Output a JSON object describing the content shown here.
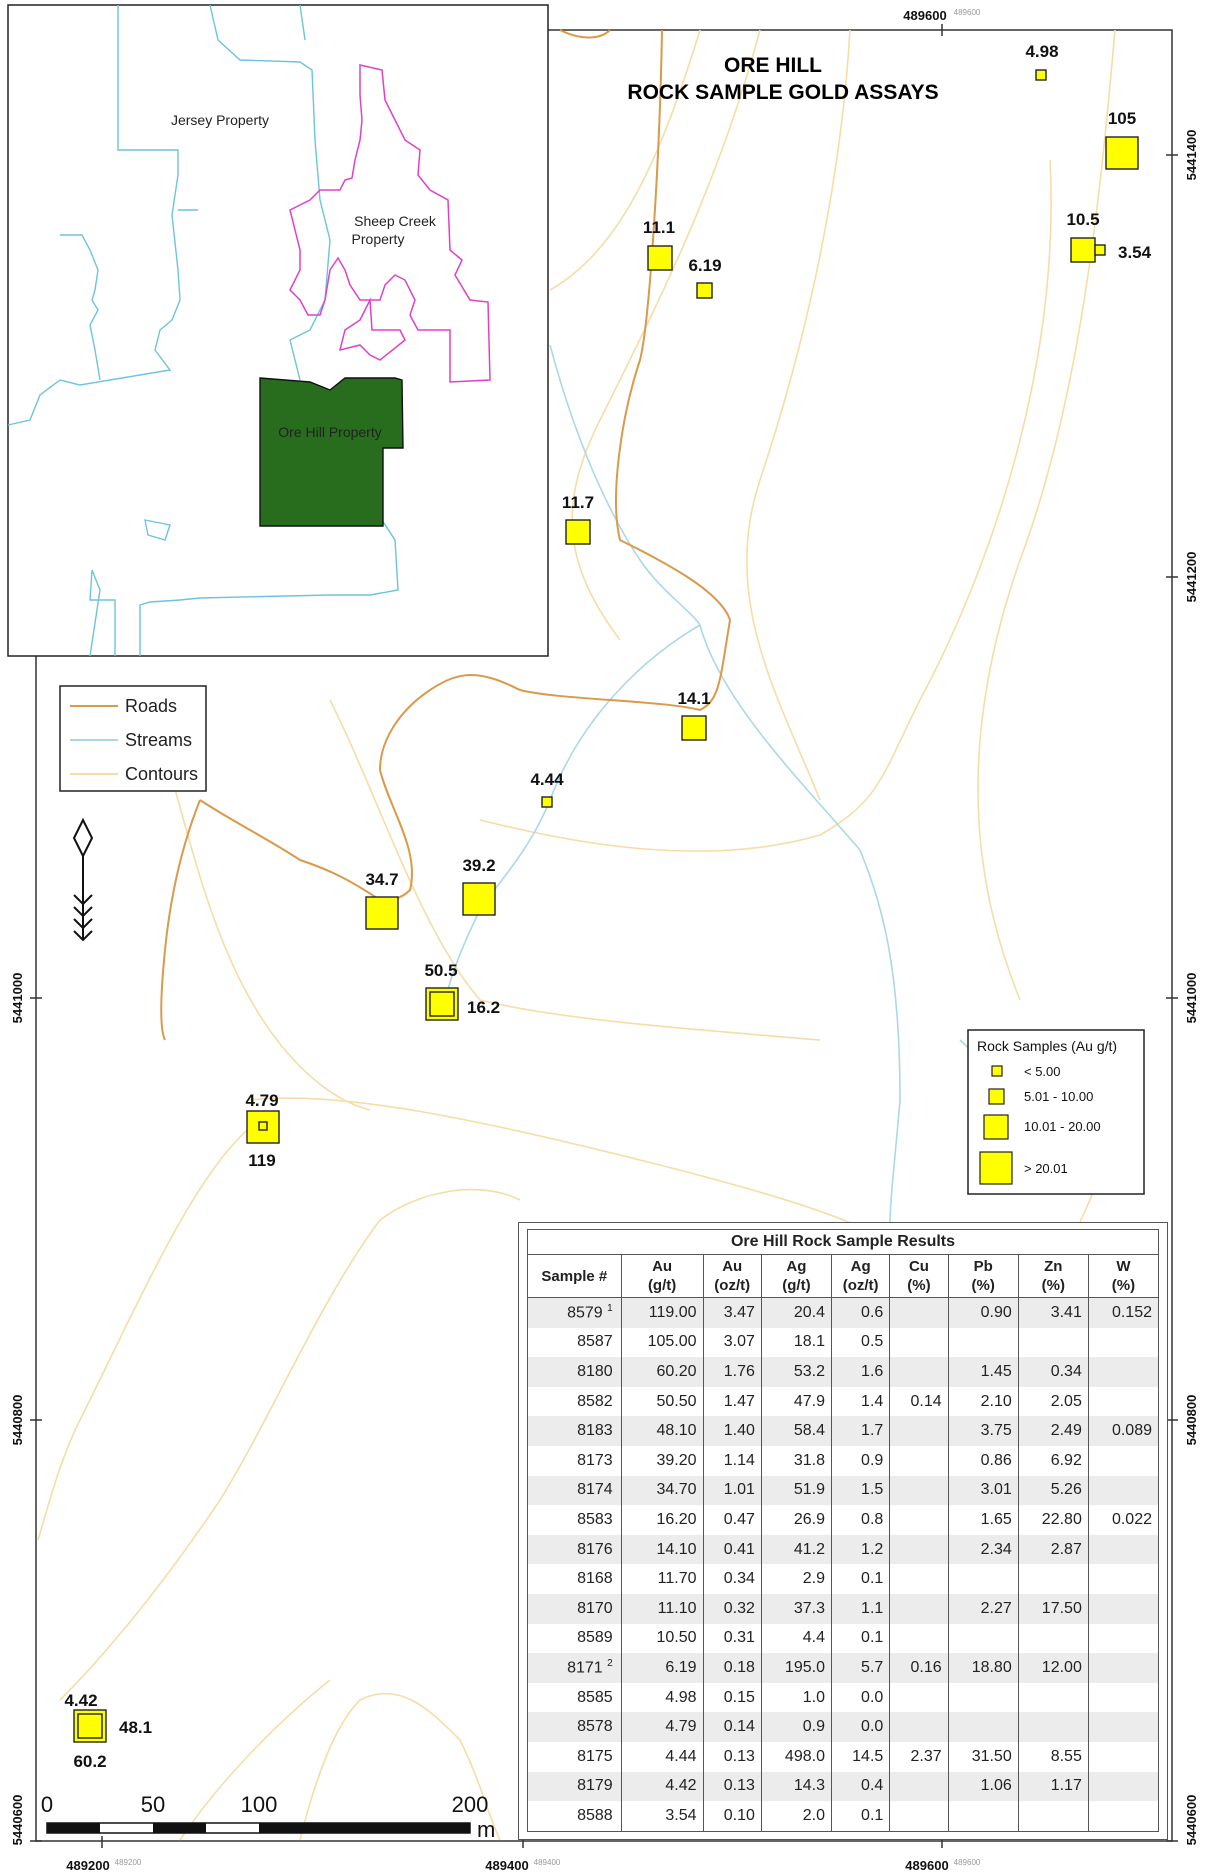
{
  "title": {
    "line1": "ORE HILL",
    "line2": "ROCK SAMPLE GOLD ASSAYS"
  },
  "inset_map": {
    "labels": {
      "jersey": "Jersey Property",
      "sheep_line1": "Sheep Creek",
      "sheep_line2": "Property",
      "orehill": "Ore Hill Property"
    },
    "colors": {
      "streams": "#6cc4dc",
      "sheep_creek": "#e040c8",
      "ore_hill_fill": "#276d1d"
    }
  },
  "legend": {
    "roads": "Roads",
    "streams": "Streams",
    "contours": "Contours",
    "colors": {
      "roads": "#d99a4a",
      "streams": "#aad8ea",
      "contours": "#f7dca6"
    }
  },
  "north_arrow_icon": "north-arrow-icon",
  "grid_ticks": {
    "easting": {
      "e489200": {
        "major": "489200",
        "minor": "489200"
      },
      "e489400": {
        "major": "489400",
        "minor": "489400"
      },
      "e489600_top": {
        "major": "489600",
        "minor": "489600"
      },
      "e489600_bottom": {
        "major": "489600",
        "minor": "489600"
      }
    },
    "northing": {
      "n5441400": "5441400",
      "n5441200": "5441200",
      "n5441000_left": "5441000",
      "n5441000_right": "5441000",
      "n5440800_left": "5440800",
      "n5440800_right": "5440800",
      "n5440600_left": "5440600",
      "n5440600_right": "5440600"
    }
  },
  "samples": {
    "s8585": {
      "label": "4.98",
      "au": 4.98
    },
    "s8587": {
      "label": "105",
      "au": 105.0
    },
    "s8589": {
      "label": "10.5",
      "au": 10.5
    },
    "s8588": {
      "label": "3.54",
      "au": 3.54
    },
    "s8170": {
      "label": "11.1",
      "au": 11.1
    },
    "s8171": {
      "label": "6.19",
      "au": 6.19
    },
    "s8168": {
      "label": "11.7",
      "au": 11.7
    },
    "s8176": {
      "label": "14.1",
      "au": 14.1
    },
    "s8175": {
      "label": "4.44",
      "au": 4.44
    },
    "s8174": {
      "label": "34.7",
      "au": 34.7
    },
    "s8173": {
      "label": "39.2",
      "au": 39.2
    },
    "s8582": {
      "label": "50.5",
      "au": 50.5
    },
    "s8583": {
      "label": "16.2",
      "au": 16.2
    },
    "s8578": {
      "label": "4.79",
      "au": 4.79
    },
    "s8579": {
      "label": "119",
      "au": 119.0
    },
    "s8179": {
      "label": "4.42",
      "au": 4.42
    },
    "s8183": {
      "label": "48.1",
      "au": 48.1
    },
    "s8180": {
      "label": "60.2",
      "au": 60.2
    }
  },
  "rock_legend": {
    "title": "Rock Samples (Au g/t)",
    "classes": {
      "c1": "< 5.00",
      "c2": "5.01 - 10.00",
      "c3": "10.01 - 20.00",
      "c4": "> 20.01"
    },
    "symbol_color": "#ffff00"
  },
  "scale_bar": {
    "t0": "0",
    "t50": "50",
    "t100": "100",
    "t200": "200",
    "unit": "m"
  },
  "results_table": {
    "title": "Ore Hill Rock Sample Results",
    "headers": {
      "sample": "Sample #",
      "au_g_1": "Au",
      "au_g_2": "(g/t)",
      "au_oz_1": "Au",
      "au_oz_2": "(oz/t)",
      "ag_g_1": "Ag",
      "ag_g_2": "(g/t)",
      "ag_oz_1": "Ag",
      "ag_oz_2": "(oz/t)",
      "cu_1": "Cu",
      "cu_2": "(%)",
      "pb_1": "Pb",
      "pb_2": "(%)",
      "zn_1": "Zn",
      "zn_2": "(%)",
      "w_1": "W",
      "w_2": "(%)"
    },
    "rows": [
      {
        "sample": "8579",
        "note": "1",
        "au_g": "119.00",
        "au_oz": "3.47",
        "ag_g": "20.4",
        "ag_oz": "0.6",
        "cu": "",
        "pb": "0.90",
        "zn": "3.41",
        "w": "0.152"
      },
      {
        "sample": "8587",
        "note": "",
        "au_g": "105.00",
        "au_oz": "3.07",
        "ag_g": "18.1",
        "ag_oz": "0.5",
        "cu": "",
        "pb": "",
        "zn": "",
        "w": ""
      },
      {
        "sample": "8180",
        "note": "",
        "au_g": "60.20",
        "au_oz": "1.76",
        "ag_g": "53.2",
        "ag_oz": "1.6",
        "cu": "",
        "pb": "1.45",
        "zn": "0.34",
        "w": ""
      },
      {
        "sample": "8582",
        "note": "",
        "au_g": "50.50",
        "au_oz": "1.47",
        "ag_g": "47.9",
        "ag_oz": "1.4",
        "cu": "0.14",
        "pb": "2.10",
        "zn": "2.05",
        "w": ""
      },
      {
        "sample": "8183",
        "note": "",
        "au_g": "48.10",
        "au_oz": "1.40",
        "ag_g": "58.4",
        "ag_oz": "1.7",
        "cu": "",
        "pb": "3.75",
        "zn": "2.49",
        "w": "0.089"
      },
      {
        "sample": "8173",
        "note": "",
        "au_g": "39.20",
        "au_oz": "1.14",
        "ag_g": "31.8",
        "ag_oz": "0.9",
        "cu": "",
        "pb": "0.86",
        "zn": "6.92",
        "w": ""
      },
      {
        "sample": "8174",
        "note": "",
        "au_g": "34.70",
        "au_oz": "1.01",
        "ag_g": "51.9",
        "ag_oz": "1.5",
        "cu": "",
        "pb": "3.01",
        "zn": "5.26",
        "w": ""
      },
      {
        "sample": "8583",
        "note": "",
        "au_g": "16.20",
        "au_oz": "0.47",
        "ag_g": "26.9",
        "ag_oz": "0.8",
        "cu": "",
        "pb": "1.65",
        "zn": "22.80",
        "w": "0.022"
      },
      {
        "sample": "8176",
        "note": "",
        "au_g": "14.10",
        "au_oz": "0.41",
        "ag_g": "41.2",
        "ag_oz": "1.2",
        "cu": "",
        "pb": "2.34",
        "zn": "2.87",
        "w": ""
      },
      {
        "sample": "8168",
        "note": "",
        "au_g": "11.70",
        "au_oz": "0.34",
        "ag_g": "2.9",
        "ag_oz": "0.1",
        "cu": "",
        "pb": "",
        "zn": "",
        "w": ""
      },
      {
        "sample": "8170",
        "note": "",
        "au_g": "11.10",
        "au_oz": "0.32",
        "ag_g": "37.3",
        "ag_oz": "1.1",
        "cu": "",
        "pb": "2.27",
        "zn": "17.50",
        "w": ""
      },
      {
        "sample": "8589",
        "note": "",
        "au_g": "10.50",
        "au_oz": "0.31",
        "ag_g": "4.4",
        "ag_oz": "0.1",
        "cu": "",
        "pb": "",
        "zn": "",
        "w": ""
      },
      {
        "sample": "8171",
        "note": "2",
        "au_g": "6.19",
        "au_oz": "0.18",
        "ag_g": "195.0",
        "ag_oz": "5.7",
        "cu": "0.16",
        "pb": "18.80",
        "zn": "12.00",
        "w": ""
      },
      {
        "sample": "8585",
        "note": "",
        "au_g": "4.98",
        "au_oz": "0.15",
        "ag_g": "1.0",
        "ag_oz": "0.0",
        "cu": "",
        "pb": "",
        "zn": "",
        "w": ""
      },
      {
        "sample": "8578",
        "note": "",
        "au_g": "4.79",
        "au_oz": "0.14",
        "ag_g": "0.9",
        "ag_oz": "0.0",
        "cu": "",
        "pb": "",
        "zn": "",
        "w": ""
      },
      {
        "sample": "8175",
        "note": "",
        "au_g": "4.44",
        "au_oz": "0.13",
        "ag_g": "498.0",
        "ag_oz": "14.5",
        "cu": "2.37",
        "pb": "31.50",
        "zn": "8.55",
        "w": ""
      },
      {
        "sample": "8179",
        "note": "",
        "au_g": "4.42",
        "au_oz": "0.13",
        "ag_g": "14.3",
        "ag_oz": "0.4",
        "cu": "",
        "pb": "1.06",
        "zn": "1.17",
        "w": ""
      },
      {
        "sample": "8588",
        "note": "",
        "au_g": "3.54",
        "au_oz": "0.10",
        "ag_g": "2.0",
        "ag_oz": "0.1",
        "cu": "",
        "pb": "",
        "zn": "",
        "w": ""
      }
    ]
  }
}
